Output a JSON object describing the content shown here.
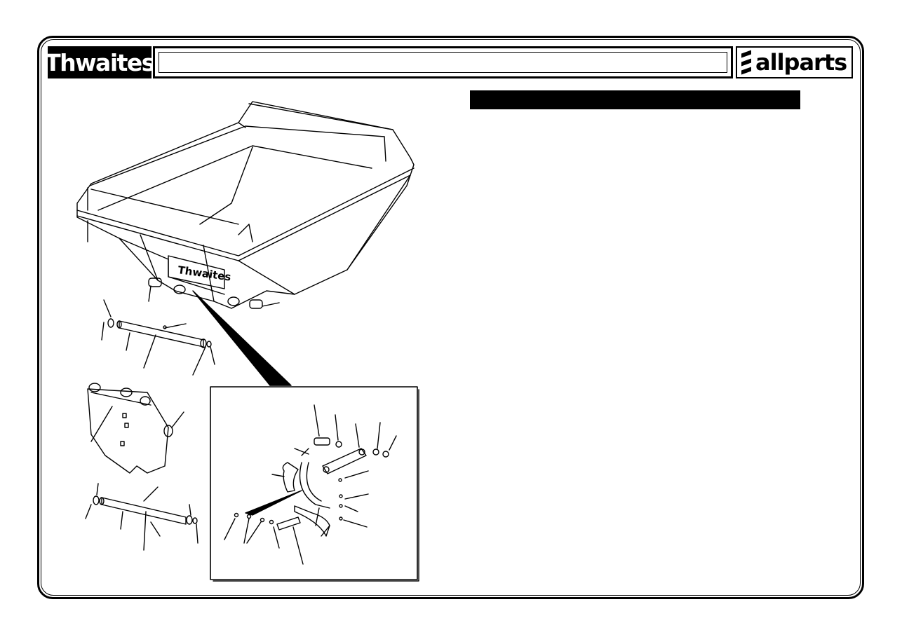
{
  "header": {
    "left_logo_text": "Thwaites",
    "title_text": "",
    "right_logo_text": "allparts",
    "right_logo_icon": "stripes-icon"
  },
  "section_heading": {
    "text": ""
  },
  "drawing": {
    "skip_stamp_text": "Thwaites"
  }
}
